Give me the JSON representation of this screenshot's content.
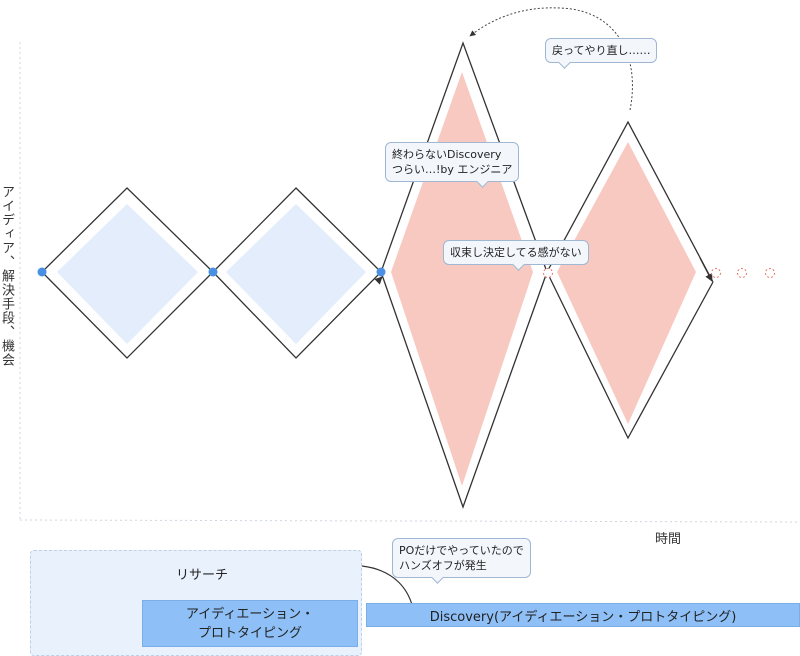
{
  "axes": {
    "y_label": "アイディア、解決手段、機会",
    "x_label": "時間"
  },
  "callouts": {
    "redo": "戻ってやり直し……",
    "endless_line1": "終わらないDiscovery",
    "endless_line2": "つらい…!by エンジニア",
    "no_convergence": "収束し決定してる感がない",
    "handoff_line1": "POだけでやっていたので",
    "handoff_line2": "ハンズオフが発生"
  },
  "lanes": {
    "research": "リサーチ",
    "ideation": "アイディエーション・\nプロトタイピング",
    "discovery": "Discovery(アイディエーション・プロトタイピング)"
  },
  "colors": {
    "good_fill": "#e3edfb",
    "bad_fill": "#f8c9c0",
    "node_solid": "#4a90e2",
    "node_dashed": "#e8766a",
    "bar_fill": "#8ebff6"
  }
}
